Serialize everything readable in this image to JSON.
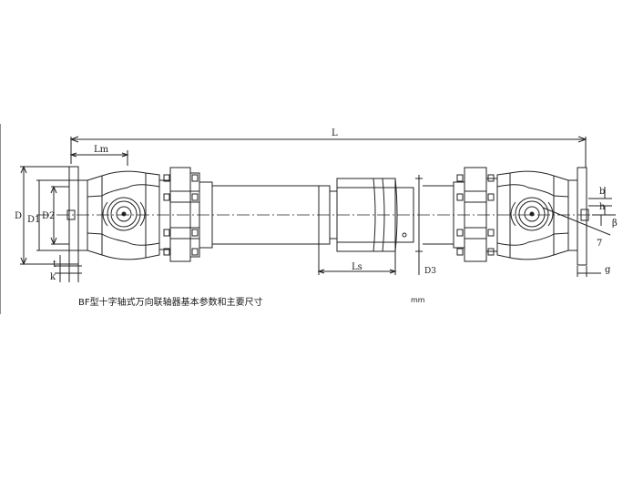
{
  "drawing": {
    "dimension_labels": {
      "L": "L",
      "Lm": "Lm",
      "D": "D",
      "D1": "D1",
      "D2": "D2",
      "t": "t",
      "k": "k",
      "Ls": "Ls",
      "D3": "D3",
      "b": "b",
      "h": "h",
      "beta": "β",
      "g": "g",
      "seven": "7"
    },
    "caption": "BF型十字轴式万向联轴器基本参数和主要尺寸",
    "unit": "mm"
  }
}
